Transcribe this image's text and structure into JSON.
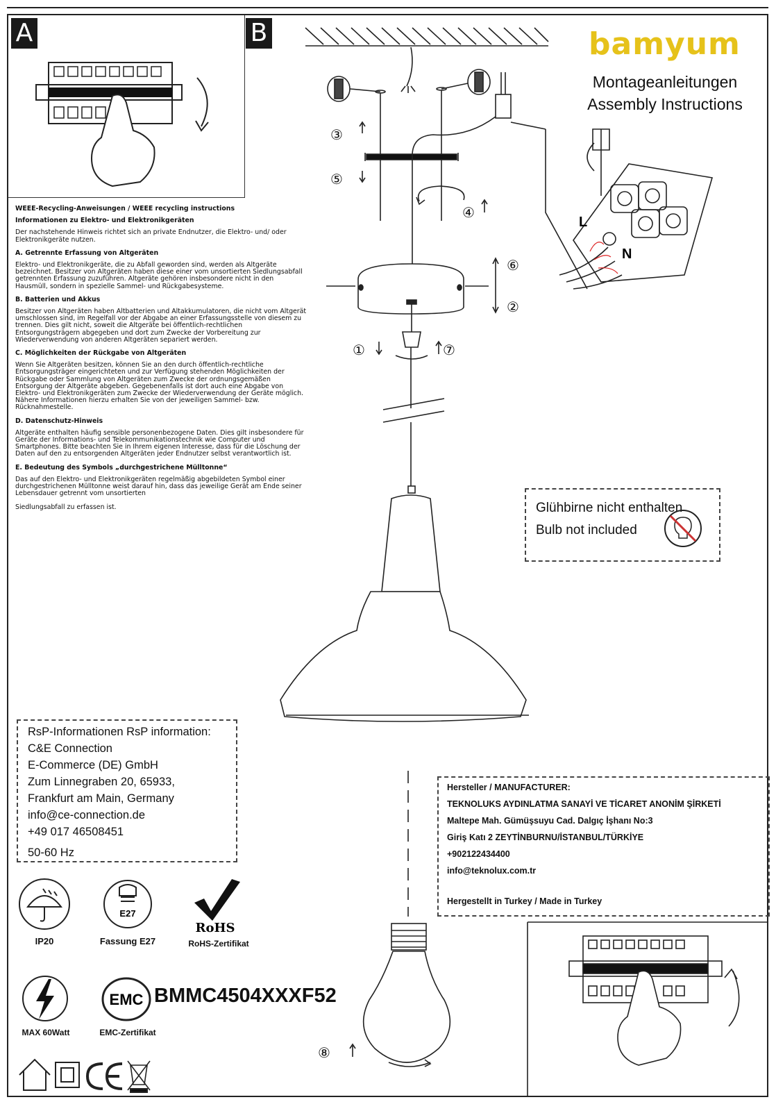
{
  "panel_labels": {
    "a": "A",
    "b": "B"
  },
  "brand": {
    "name": "bamyum",
    "color": "#e6c21a"
  },
  "titles": {
    "de": "Montageanleitungen",
    "en": "Assembly Instructions"
  },
  "weee": {
    "heading": "WEEE-Recycling-Anweisungen / WEEE recycling instructions",
    "info_heading": "Informationen zu Elektro- und Elektronikgeräten",
    "info_text": "Der nachstehende Hinweis richtet sich an private Endnutzer, die Elektro- und/ oder Elektronikgeräte nutzen.",
    "a_heading": "A. Getrennte Erfassung von Altgeräten",
    "a_text": "Elektro- und Elektronikgeräte, die zu Abfall geworden sind, werden als Altgeräte bezeichnet. Besitzer von Altgeräten haben diese einer vom unsortierten Siedlungsabfall getrennten Erfassung zuzuführen. Altgeräte gehören insbesondere nicht in den Hausmüll, sondern in spezielle Sammel- und Rückgabesysteme.",
    "b_heading": "B. Batterien und Akkus",
    "b_text": "Besitzer von Altgeräten haben Altbatterien und Altakkumulatoren, die nicht vom Altgerät umschlossen sind, im Regelfall vor der Abgabe an einer Erfassungsstelle von diesem zu trennen. Dies gilt nicht, soweit die Altgeräte bei öffentlich-rechtlichen Entsorgungsträgern abgegeben und dort zum Zwecke der Vorbereitung zur Wiederverwendung von anderen Altgeräten separiert werden.",
    "c_heading": "C. Möglichkeiten der Rückgabe von Altgeräten",
    "c_text": "Wenn Sie Altgeräten besitzen, können Sie an den durch öffentlich-rechtliche Entsorgungsträger eingerichteten und zur Verfügung stehenden Möglichkeiten der Rückgabe oder Sammlung von Altgeräten zum Zwecke der ordnungsgemäßen Entsorgung der Altgeräte abgeben. Gegebenenfalls ist dort auch eine Abgabe von Elektro- und Elektronikgeräten zum Zwecke der Wiederverwendung der Geräte möglich. Nähere Informationen hierzu erhalten Sie von der jeweiligen Sammel- bzw. Rücknahmestelle.",
    "d_heading": "D. Datenschutz-Hinweis",
    "d_text": "Altgeräte enthalten häufig sensible personenbezogene Daten. Dies gilt insbesondere für Geräte der Informations- und Telekommunikationstechnik wie Computer und Smartphones. Bitte beachten Sie in Ihrem eigenen Interesse, dass für die Löschung der Daten auf den zu entsorgenden Altgeräten jeder Endnutzer selbst verantwortlich ist.",
    "e_heading": "E. Bedeutung des Symbols „durchgestrichene Mülltonne“",
    "e_text": "Das auf den Elektro- und Elektronikgeräten regelmäßig abgebildeten Symbol einer durchgestrichenen Mülltonne weist darauf hin, dass das jeweilige Gerät am Ende seiner Lebensdauer getrennt vom unsortierten",
    "e_text2": "Siedlungsabfall zu erfassen ist."
  },
  "steps": {
    "s1": "①",
    "s2": "②",
    "s3": "③",
    "s4": "④",
    "s5": "⑤",
    "s6": "⑥",
    "s7": "⑦",
    "s8": "⑧"
  },
  "wiring": {
    "l": "L",
    "n": "N"
  },
  "bulb_notice": {
    "de": "Glühbirne nicht enthalten",
    "en": "Bulb not included"
  },
  "rsp": {
    "heading": "RsP-Informationen RsP information:",
    "company": "C&E Connection",
    "company2": "E-Commerce (DE) GmbH",
    "street": "Zum Linnegraben 20, 65933,",
    "city": "Frankfurt am Main, Germany",
    "email": "info@ce-connection.de",
    "phone": "+49 017 46508451",
    "freq": "50-60 Hz"
  },
  "manufacturer": {
    "heading": "Hersteller / MANUFACTURER:",
    "name": "TEKNOLUKS AYDINLATMA SANAYİ VE TİCARET ANONİM ŞİRKETİ",
    "addr1": "Maltepe Mah. Gümüşsuyu Cad. Dalgıç İşhanı No:3",
    "addr2": "Giriş Katı 2 ZEYTİNBURNU/İSTANBUL/TÜRKİYE",
    "phone": "+902122434400",
    "email": "info@teknolux.com.tr",
    "origin": "Hergestellt in Turkey / Made in Turkey"
  },
  "icons": {
    "ip": "IP20",
    "socket": "Fassung E27",
    "socket_label": "E27",
    "rohs": "RoHS-Zertifikat",
    "rohs_label": "RoHS",
    "watt": "MAX 60Watt",
    "emc": "EMC-Zertifikat",
    "emc_label": "EMC"
  },
  "model": "BMMC4504XXXF52"
}
